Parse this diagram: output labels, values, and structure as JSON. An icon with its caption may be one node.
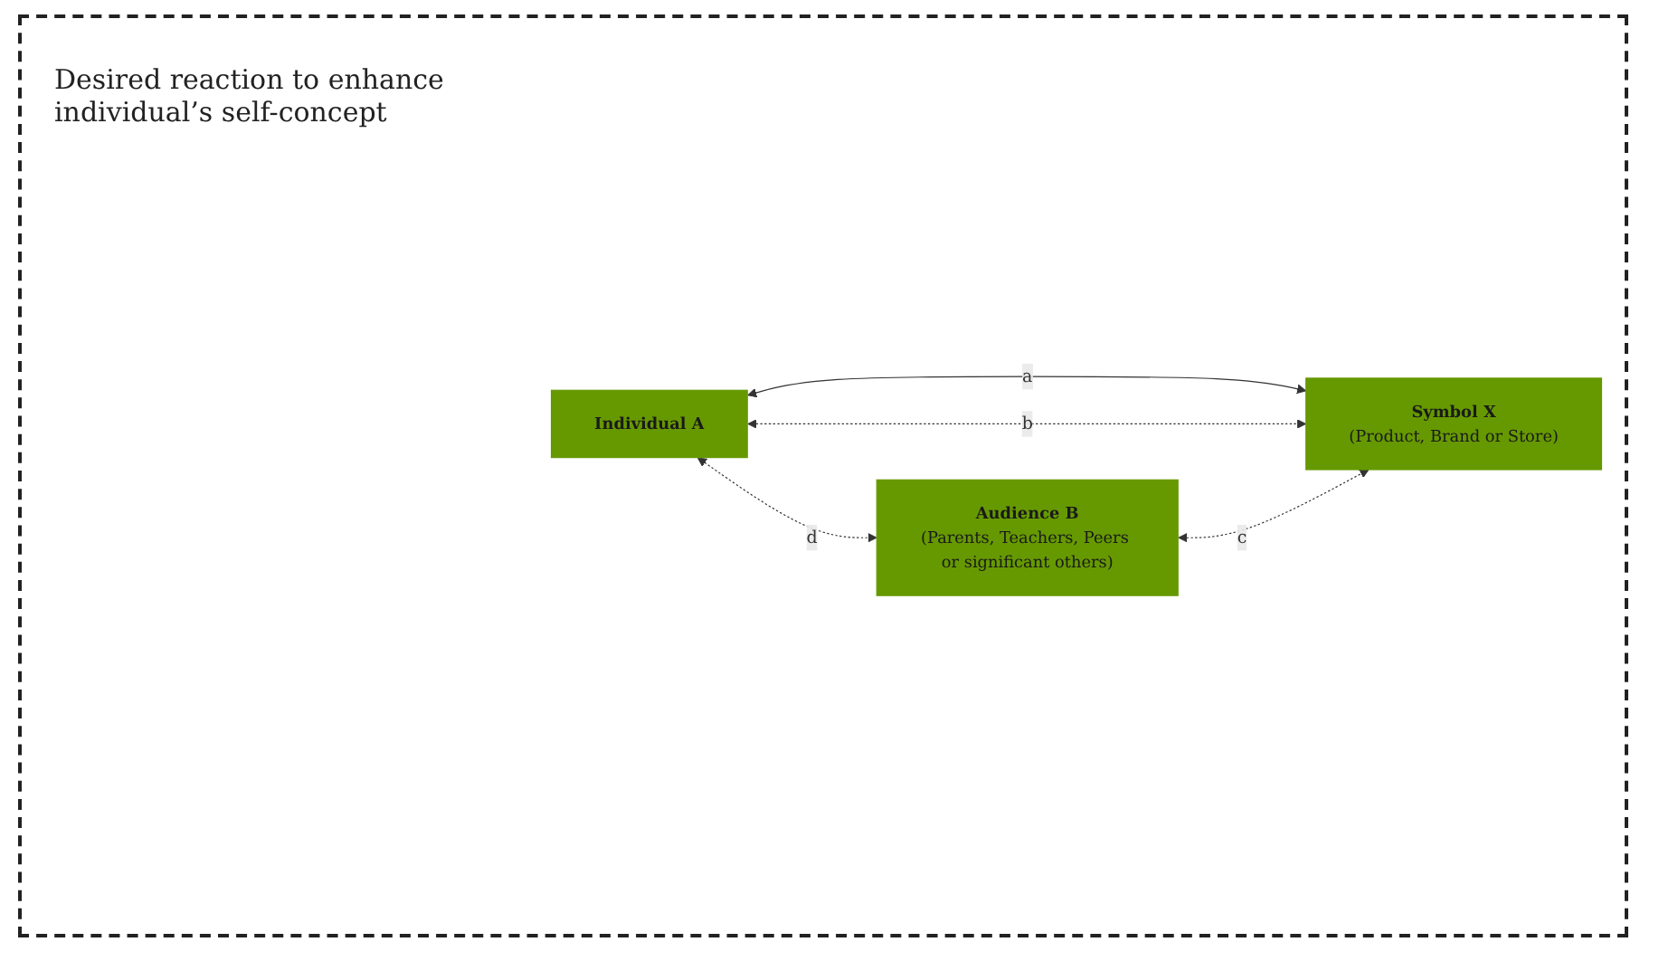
{
  "diagram": {
    "nodes": [
      {
        "text": [
          "Individual A"
        ]
      },
      {
        "text": [
          "Audience B",
          "(Parents, Teachers, Peers or significant others)"
        ]
      },
      {
        "text": [
          "Symbol X",
          "(Product, Brand or Store)"
        ]
      }
    ],
    "edges": [
      {
        "from": 0,
        "to": 1,
        "arrow": "both",
        "label": "d",
        "style": "dashed"
      },
      {
        "from": 0,
        "to": 2,
        "arrow": "both",
        "label": "a"
      },
      {
        "from": 0,
        "to": 2,
        "arrow": "both",
        "label": "b",
        "style": "dashed"
      },
      {
        "from": 1,
        "to": 2,
        "arrow": "both",
        "label": "c",
        "style": "dashed"
      }
    ],
    "labels": [
      "Desired reaction to enhance individual’s self-concept"
    ]
  }
}
